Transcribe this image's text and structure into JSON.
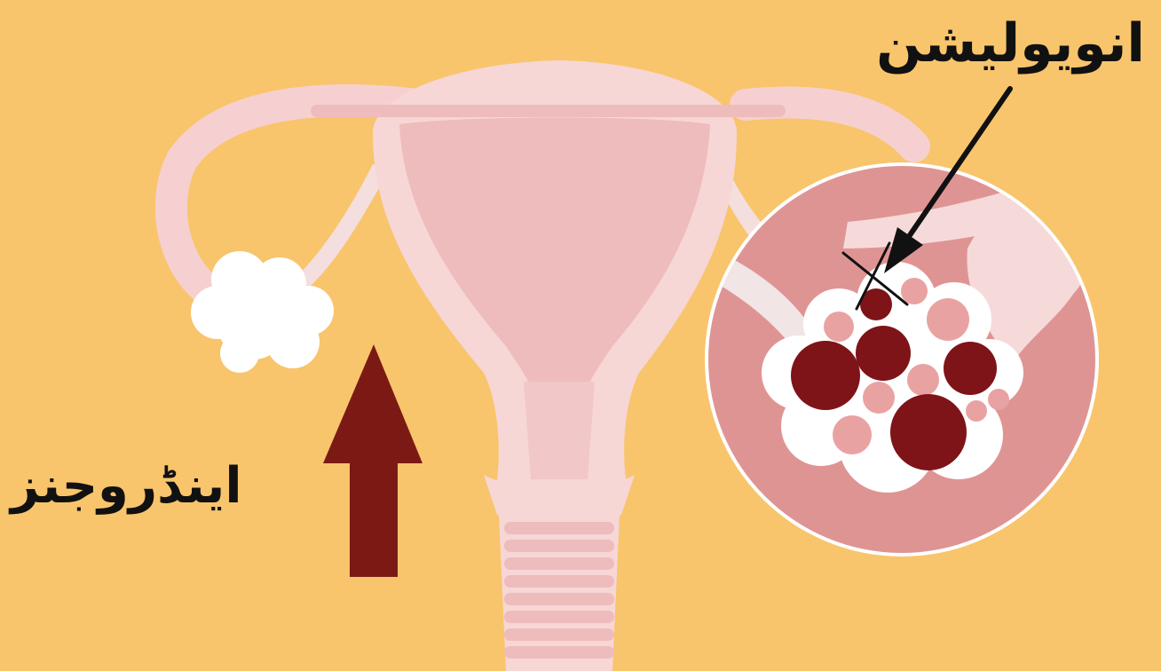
{
  "labels": {
    "ovulation": "انویولیشن",
    "androgens": "اینڈروجنز"
  },
  "colors": {
    "background": "#f8c56c",
    "tissue_light": "#f7d6d6",
    "tissue_mid": "#eebcbc",
    "zoom_circle": "#df9494",
    "follicle_dark": "#7e1418",
    "follicle_light": "#e9a2a2",
    "arrow": "#7b1a14"
  },
  "icons": [
    "androgen-increase-arrow",
    "ovulation-pointer-arrow",
    "blocked-ovulation-cross"
  ]
}
